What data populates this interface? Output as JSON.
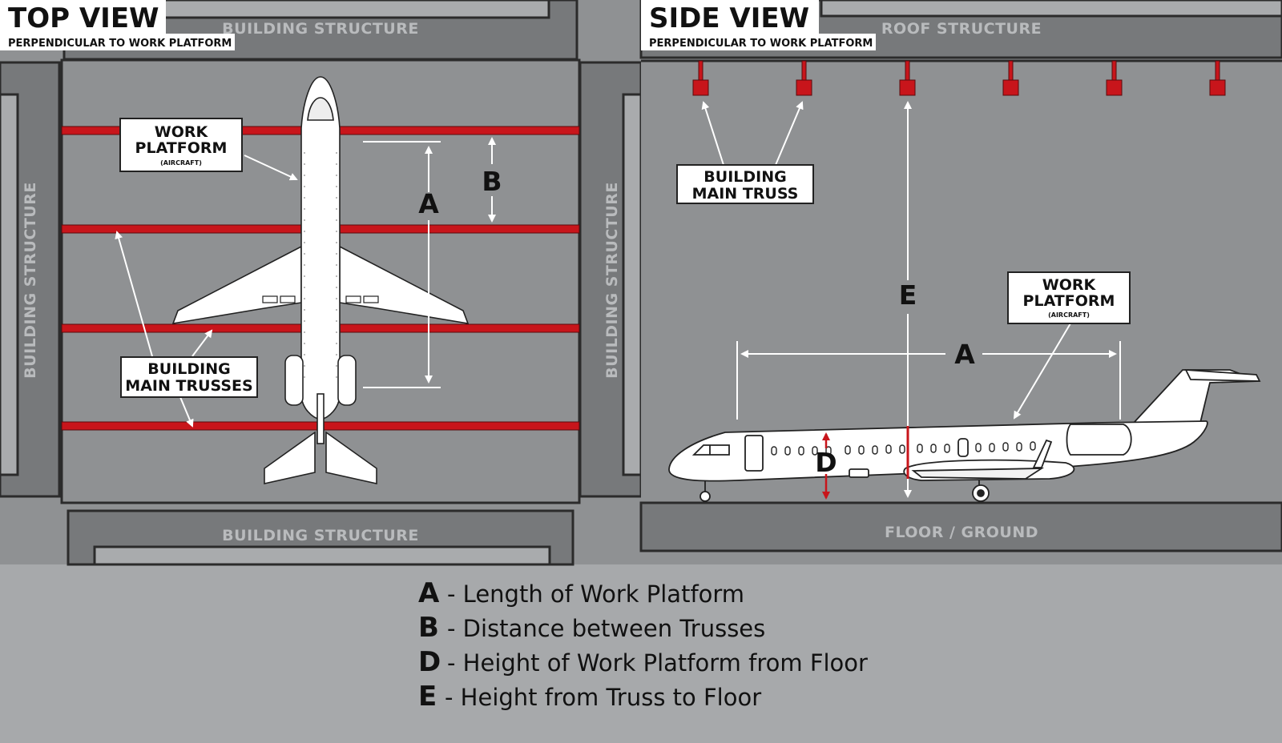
{
  "top_view": {
    "title": "TOP VIEW",
    "subtitle": "PERPENDICULAR TO WORK PLATFORM",
    "structure_top": "BUILDING STRUCTURE",
    "structure_bottom": "BUILDING STRUCTURE",
    "structure_left": "BUILDING STRUCTURE",
    "structure_right": "BUILDING STRUCTURE",
    "work_platform_line1": "WORK",
    "work_platform_line2": "PLATFORM",
    "work_platform_note": "(AIRCRAFT)",
    "trusses_line1": "BUILDING",
    "trusses_line2": "MAIN TRUSSES",
    "dim_a": "A",
    "dim_b": "B"
  },
  "side_view": {
    "title": "SIDE VIEW",
    "subtitle": "PERPENDICULAR TO WORK PLATFORM",
    "roof_label": "ROOF STRUCTURE",
    "floor_label": "FLOOR / GROUND",
    "truss_line1": "BUILDING",
    "truss_line2": "MAIN TRUSS",
    "work_platform_line1": "WORK",
    "work_platform_line2": "PLATFORM",
    "work_platform_note": "(AIRCRAFT)",
    "dim_a": "A",
    "dim_d": "D",
    "dim_e": "E"
  },
  "legend": [
    {
      "letter": "A",
      "text": "- Length of Work Platform"
    },
    {
      "letter": "B",
      "text": "- Distance between Trusses"
    },
    {
      "letter": "D",
      "text": "- Height of Work Platform from Floor"
    },
    {
      "letter": "E",
      "text": "- Height from Truss to Floor"
    }
  ],
  "colors": {
    "truss_red": "#c8151b",
    "bay_gray": "#8f9193",
    "frame_dark": "#3a3b3d",
    "background": "#a7a9ab"
  }
}
